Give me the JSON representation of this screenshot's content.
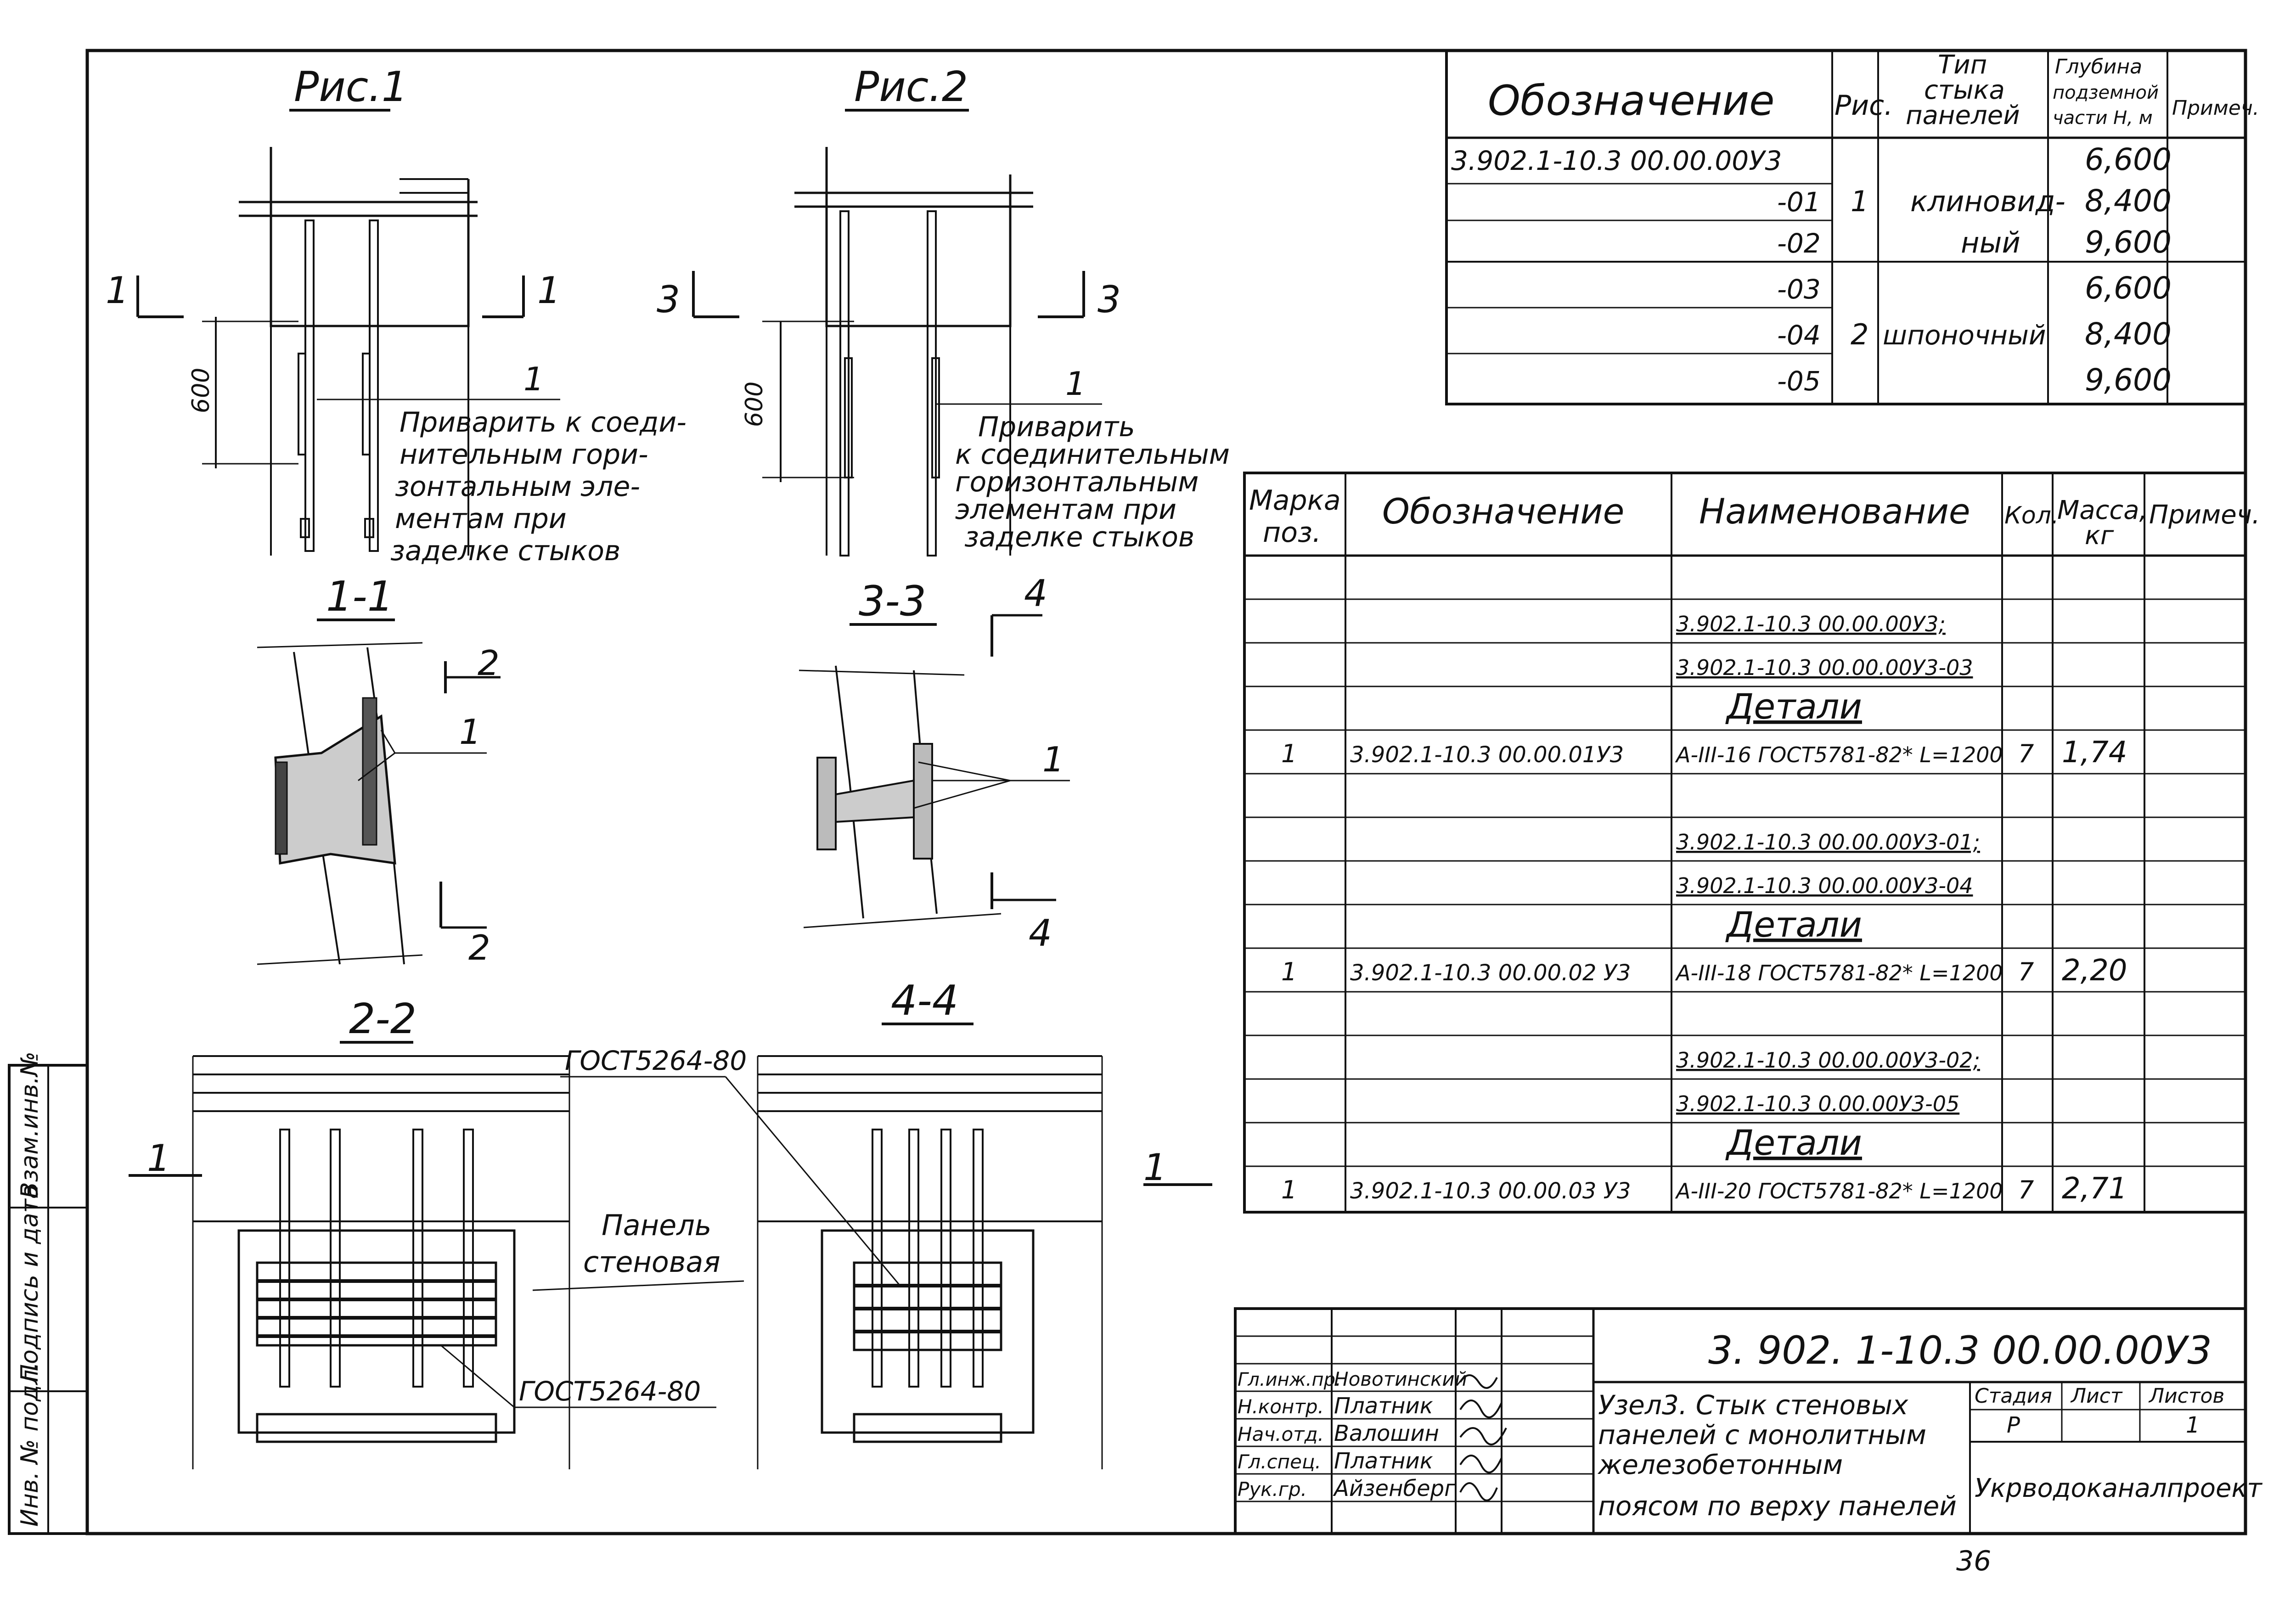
{
  "figures": {
    "fig1_title": "Рис.1",
    "fig2_title": "Рис.2",
    "fig1_dim": "600",
    "fig2_dim": "600",
    "fig1_leader": "1",
    "fig2_leader": "1",
    "fig1_note": [
      "Приварить к соеди-",
      "нительным гори-",
      "зонтальным эле-",
      "ментам при",
      "заделке стыков"
    ],
    "fig2_note": [
      "Приварить",
      "к соединительным",
      "горизонтальным",
      "элементам при",
      "заделке стыков"
    ],
    "section_marks": {
      "fig1_left": "1",
      "fig1_right": "1",
      "fig2_left": "3",
      "fig2_right": "3"
    }
  },
  "sections": {
    "s11_title": "1-1",
    "s33_title": "3-3",
    "s22_title": "2-2",
    "s44_title": "4-4",
    "s11_marks": {
      "top": "2",
      "bottom": "2",
      "leader": "1"
    },
    "s33_marks": {
      "top": "4",
      "bottom": "4",
      "leader": "1"
    },
    "gost_top": "ГОСТ5264-80",
    "gost_bottom": "ГОСТ5264-80",
    "panel_label": [
      "Панель",
      "стеновая"
    ],
    "s22_mark": "1",
    "s44_mark": "1"
  },
  "top_table": {
    "headers": {
      "designation": "Обозначение",
      "fig": "Рис.",
      "type": [
        "Тип",
        "стыка",
        "панелей"
      ],
      "depth": [
        "Глубина",
        "подземной",
        "части Н, м"
      ],
      "note": "Примеч."
    },
    "rows": [
      {
        "designation": "3.902.1-10.3   00.00.00У3",
        "fig": "",
        "type": "",
        "depth": "6,600"
      },
      {
        "designation": "-01",
        "fig": "1",
        "type": "клиновид-",
        "depth": "8,400"
      },
      {
        "designation": "-02",
        "fig": "",
        "type": "ный",
        "depth": "9,600"
      },
      {
        "designation": "-03",
        "fig": "",
        "type": "",
        "depth": "6,600"
      },
      {
        "designation": "-04",
        "fig": "2",
        "type": "шпоночный",
        "depth": "8,400"
      },
      {
        "designation": "-05",
        "fig": "",
        "type": "",
        "depth": "9,600"
      }
    ]
  },
  "spec_table": {
    "headers": {
      "mark": [
        "Марка",
        "поз."
      ],
      "designation": "Обозначение",
      "name": "Наименование",
      "qty": "Кол.",
      "mass": [
        "Масса,",
        "кг"
      ],
      "note": "Примеч."
    },
    "rows": [
      {
        "mark": "",
        "designation": "",
        "name": "",
        "qty": "",
        "mass": "",
        "style": "plain"
      },
      {
        "mark": "",
        "designation": "",
        "name": "3.902.1-10.3  00.00.00У3;",
        "qty": "",
        "mass": "",
        "style": "under"
      },
      {
        "mark": "",
        "designation": "",
        "name": "3.902.1-10.3  00.00.00У3-03",
        "qty": "",
        "mass": "",
        "style": "under"
      },
      {
        "mark": "",
        "designation": "",
        "name": "Детали",
        "qty": "",
        "mass": "",
        "style": "head"
      },
      {
        "mark": "1",
        "designation": "3.902.1-10.3 00.00.01У3",
        "name": "А-III-16 ГОСТ5781-82* L=1200",
        "qty": "7",
        "mass": "1,74",
        "style": "plain"
      },
      {
        "mark": "",
        "designation": "",
        "name": "",
        "qty": "",
        "mass": "",
        "style": "plain"
      },
      {
        "mark": "",
        "designation": "",
        "name": "3.902.1-10.3  00.00.00У3-01;",
        "qty": "",
        "mass": "",
        "style": "under"
      },
      {
        "mark": "",
        "designation": "",
        "name": "3.902.1-10.3  00.00.00У3-04",
        "qty": "",
        "mass": "",
        "style": "under"
      },
      {
        "mark": "",
        "designation": "",
        "name": "Детали",
        "qty": "",
        "mass": "",
        "style": "head"
      },
      {
        "mark": "1",
        "designation": "3.902.1-10.3 00.00.02 У3",
        "name": "А-III-18 ГОСТ5781-82* L=1200",
        "qty": "7",
        "mass": "2,20",
        "style": "plain"
      },
      {
        "mark": "",
        "designation": "",
        "name": "",
        "qty": "",
        "mass": "",
        "style": "plain"
      },
      {
        "mark": "",
        "designation": "",
        "name": "3.902.1-10.3  00.00.00У3-02;",
        "qty": "",
        "mass": "",
        "style": "under"
      },
      {
        "mark": "",
        "designation": "",
        "name": "3.902.1-10.3  0.00.00У3-05",
        "qty": "",
        "mass": "",
        "style": "under"
      },
      {
        "mark": "",
        "designation": "",
        "name": "Детали",
        "qty": "",
        "mass": "",
        "style": "head"
      },
      {
        "mark": "1",
        "designation": "3.902.1-10.3 00.00.03 У3",
        "name": "А-III-20 ГОСТ5781-82* L=1200",
        "qty": "7",
        "mass": "2,71",
        "style": "plain"
      }
    ]
  },
  "title_block": {
    "code": "3. 902. 1-10.3   00.00.00У3",
    "roles": [
      {
        "role": "Гл.инж.пр.",
        "name": "Новотинский"
      },
      {
        "role": "Н.контр.",
        "name": "Платник"
      },
      {
        "role": "Нач.отд.",
        "name": "Валошин"
      },
      {
        "role": "Гл.спец.",
        "name": "Платник"
      },
      {
        "role": "Рук.гр.",
        "name": "Айзенберг"
      },
      {
        "role": "",
        "name": ""
      }
    ],
    "description": [
      "Узел3. Стык стеновых",
      "панелей с монолитным",
      "железобетонным",
      "поясом по верху панелей"
    ],
    "stage_label": "Стадия",
    "sheet_label": "Лист",
    "sheets_label": "Листов",
    "stage": "Р",
    "sheet": "",
    "sheets": "1",
    "org": "Укрводоканалпроект"
  },
  "side_stamp": {
    "inv": "Инв. № подл.",
    "sign_date": "Подпись и дата",
    "replace": "Взам.инв.№"
  },
  "bottom_marks": {
    "num": "36"
  }
}
